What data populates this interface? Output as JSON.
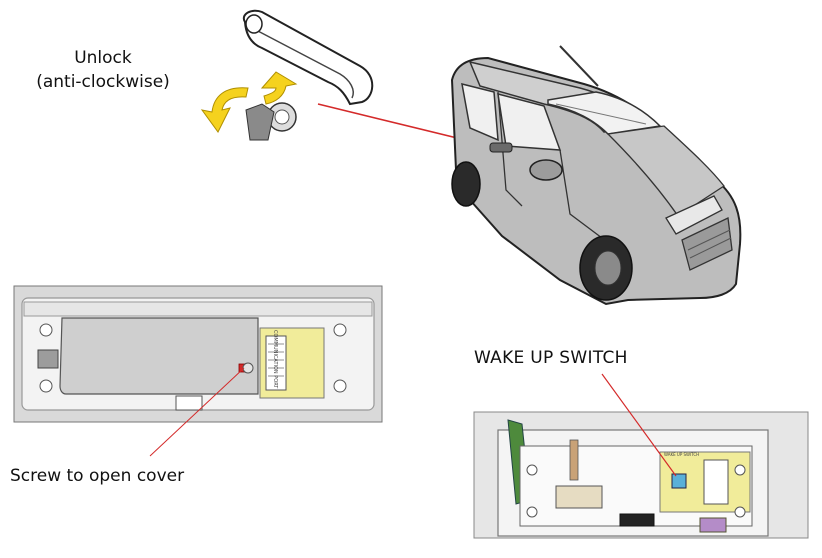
{
  "labels": {
    "unlock_line1": "Unlock",
    "unlock_line2": "(anti-clockwise)",
    "screw": "Screw to open cover",
    "wake": "WAKE UP SWITCH"
  },
  "panel_texts": {
    "communication_port": "COMMUNICATION PORT",
    "wake_small": "WAKE UP SWITCH"
  },
  "colors": {
    "pointer_red": "#d42a2a",
    "arrow_yellow": "#f5d21e",
    "car_gray": "#b9b9b9",
    "pcb_yellow": "#f1ec9a"
  },
  "icons": [
    "door-handle-icon",
    "key-lock-icon",
    "anticlockwise-arrow-icon",
    "car-icon",
    "cover-panel-icon",
    "wake-switch-panel-icon"
  ]
}
